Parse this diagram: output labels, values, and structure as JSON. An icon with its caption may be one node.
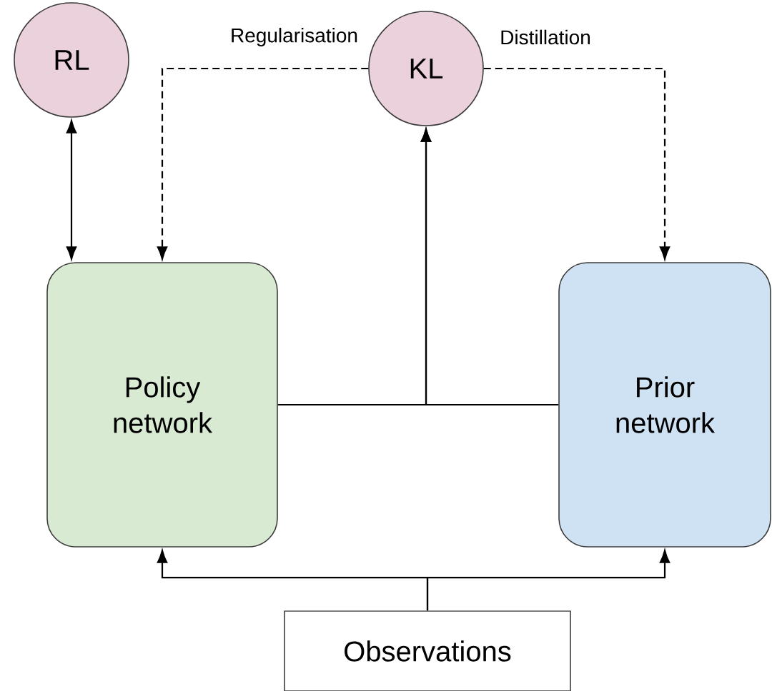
{
  "diagram": {
    "nodes": [
      {
        "text": [
          "RL"
        ]
      },
      {
        "text": [
          "KL"
        ]
      },
      {
        "text": [
          "Policy network"
        ]
      },
      {
        "text": [
          "Prior network"
        ]
      },
      {
        "text": [
          "Observations"
        ]
      }
    ],
    "edges": [
      {
        "from": 0,
        "to": 2,
        "arrow": "both"
      },
      {
        "from": 1,
        "to": 2,
        "arrow": "to",
        "style": "dashed",
        "label": "Regularisation"
      },
      {
        "from": 1,
        "to": 3,
        "arrow": "to",
        "style": "dashed",
        "label": "Distillation"
      },
      {
        "from": 2,
        "to": 1,
        "arrow": "to"
      },
      {
        "from": 3,
        "to": 1,
        "arrow": "to"
      },
      {
        "from": 4,
        "to": 2,
        "arrow": "to"
      },
      {
        "from": 4,
        "to": 3,
        "arrow": "to"
      }
    ]
  }
}
